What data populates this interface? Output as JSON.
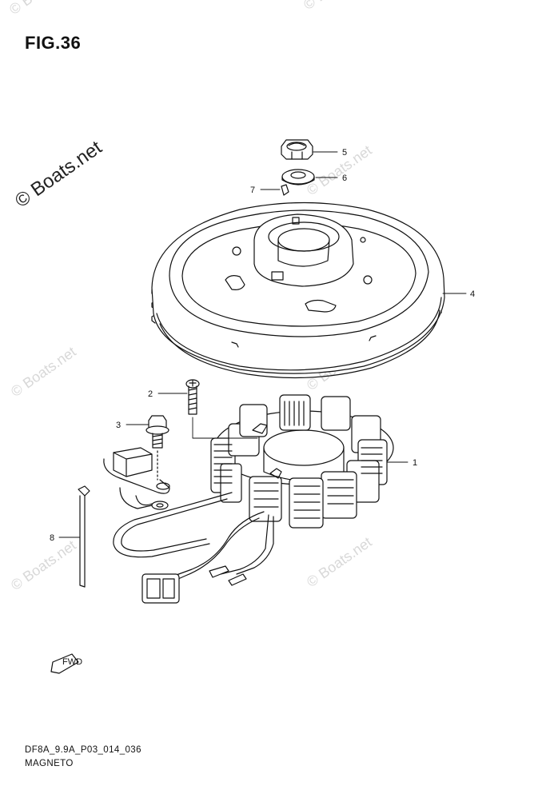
{
  "figure": {
    "title": "FIG.36"
  },
  "watermarks": {
    "brand_main": "© Boats.net",
    "brand_faint": "© Boats.net"
  },
  "callouts": {
    "p1": "1",
    "p2": "2",
    "p3": "3",
    "p4": "4",
    "p5": "5",
    "p6": "6",
    "p7": "7",
    "p8": "8"
  },
  "fwd_badge": "FWD",
  "footer": {
    "code": "DF8A_9.9A_P03_014_036",
    "name": "MAGNETO"
  }
}
